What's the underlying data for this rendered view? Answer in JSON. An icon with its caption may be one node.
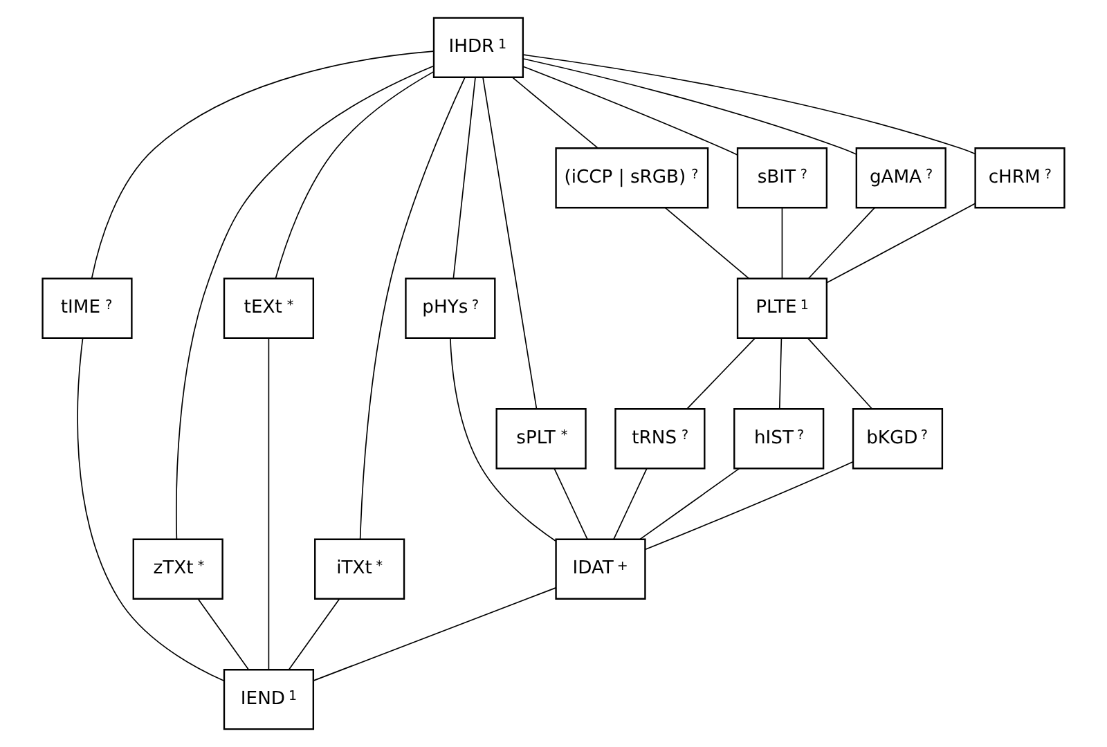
{
  "diagram": {
    "nodes": [
      {
        "text": [
          "IHDR",
          "1"
        ]
      },
      {
        "text": [
          "tIME",
          "?"
        ]
      },
      {
        "text": [
          "zTXt",
          "*"
        ]
      },
      {
        "text": [
          "tEXt",
          "*"
        ]
      },
      {
        "text": [
          "iTXt",
          "*"
        ]
      },
      {
        "text": [
          "pHYs",
          "?"
        ]
      },
      {
        "text": [
          "sPLT",
          "*"
        ]
      },
      {
        "text": [
          "(iCCP | sRGB)",
          "?"
        ]
      },
      {
        "text": [
          "sBIT",
          "?"
        ]
      },
      {
        "text": [
          "gAMA",
          "?"
        ]
      },
      {
        "text": [
          "cHRM",
          "?"
        ]
      },
      {
        "text": [
          "PLTE",
          "1"
        ]
      },
      {
        "text": [
          "tRNS",
          "?"
        ]
      },
      {
        "text": [
          "hIST",
          "?"
        ]
      },
      {
        "text": [
          "bKGD",
          "?"
        ]
      },
      {
        "text": [
          "IDAT",
          "+"
        ]
      },
      {
        "text": [
          "IEND",
          "1"
        ]
      }
    ],
    "edges": [
      {
        "from": 0,
        "to": 1,
        "arrow": "none"
      },
      {
        "from": 0,
        "to": 2,
        "arrow": "none"
      },
      {
        "from": 0,
        "to": 3,
        "arrow": "none"
      },
      {
        "from": 0,
        "to": 4,
        "arrow": "none"
      },
      {
        "from": 0,
        "to": 5,
        "arrow": "none"
      },
      {
        "from": 0,
        "to": 6,
        "arrow": "none"
      },
      {
        "from": 0,
        "to": 7,
        "arrow": "none"
      },
      {
        "from": 0,
        "to": 8,
        "arrow": "none"
      },
      {
        "from": 0,
        "to": 9,
        "arrow": "none"
      },
      {
        "from": 0,
        "to": 10,
        "arrow": "none"
      },
      {
        "from": 7,
        "to": 11,
        "arrow": "none"
      },
      {
        "from": 8,
        "to": 11,
        "arrow": "none"
      },
      {
        "from": 9,
        "to": 11,
        "arrow": "none"
      },
      {
        "from": 10,
        "to": 11,
        "arrow": "none"
      },
      {
        "from": 11,
        "to": 12,
        "arrow": "none"
      },
      {
        "from": 11,
        "to": 13,
        "arrow": "none"
      },
      {
        "from": 11,
        "to": 14,
        "arrow": "none"
      },
      {
        "from": 12,
        "to": 15,
        "arrow": "none"
      },
      {
        "from": 13,
        "to": 15,
        "arrow": "none"
      },
      {
        "from": 14,
        "to": 15,
        "arrow": "none"
      },
      {
        "from": 5,
        "to": 15,
        "arrow": "none"
      },
      {
        "from": 6,
        "to": 15,
        "arrow": "none"
      },
      {
        "from": 1,
        "to": 16,
        "arrow": "none"
      },
      {
        "from": 2,
        "to": 16,
        "arrow": "none"
      },
      {
        "from": 3,
        "to": 16,
        "arrow": "none"
      },
      {
        "from": 4,
        "to": 16,
        "arrow": "none"
      },
      {
        "from": 15,
        "to": 16,
        "arrow": "none"
      }
    ]
  }
}
